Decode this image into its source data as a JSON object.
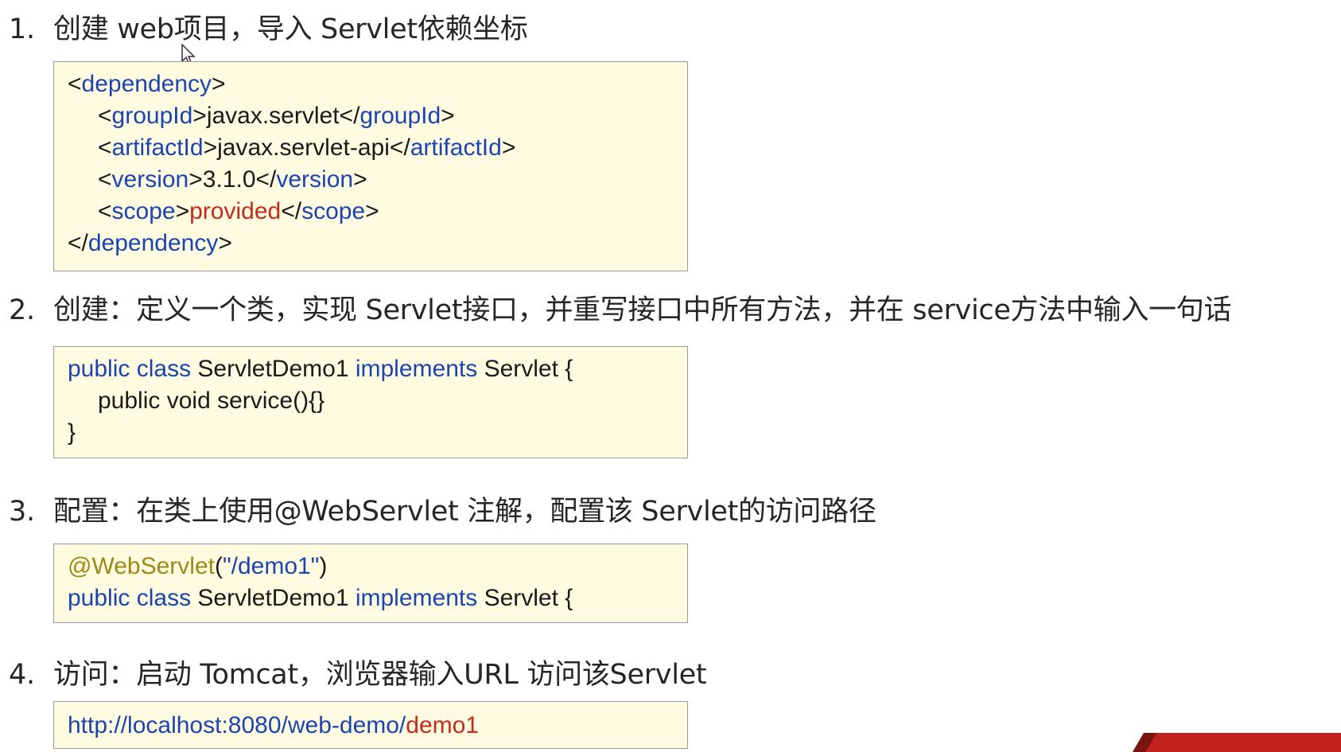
{
  "steps": [
    {
      "number": "1.",
      "text": "创建 web项目，导入 Servlet依赖坐标"
    },
    {
      "number": "2.",
      "text": "创建：定义一个类，实现 Servlet接口，并重写接口中所有方法，并在 service方法中输入一句话"
    },
    {
      "number": "3.",
      "text": "配置：在类上使用@WebServlet 注解，配置该 Servlet的访问路径"
    },
    {
      "number": "4.",
      "text": "访问：启动 Tomcat，浏览器输入URL 访问该Servlet"
    }
  ],
  "code_dependency": {
    "lt": "<",
    "gt": ">",
    "lt_close": "</",
    "dependency": "dependency",
    "groupId_tag": "groupId",
    "groupId_val": "javax.servlet",
    "artifactId_tag": "artifactId",
    "artifactId_val": "javax.servlet-api",
    "version_tag": "version",
    "version_val": "3.1.0",
    "scope_tag": "scope",
    "scope_val": "provided"
  },
  "code_class": {
    "kw1": "public class",
    "name": "ServletDemo1",
    "kw2": "implements",
    "iface": "Servlet {",
    "method": "public void service(){}",
    "close": "}"
  },
  "code_annotation": {
    "annotation": "@WebServlet",
    "arg_open": "(",
    "arg_val": "\"/demo1\"",
    "arg_close": ")"
  },
  "url": {
    "base": "http://localhost:8080/web-demo/",
    "path": "demo1"
  },
  "colors": {
    "keyword": "#1b44b0",
    "string_red": "#c42b1c",
    "annotation": "#9c8a16",
    "code_bg": "#fefbe0",
    "banner": "#c1221b"
  }
}
